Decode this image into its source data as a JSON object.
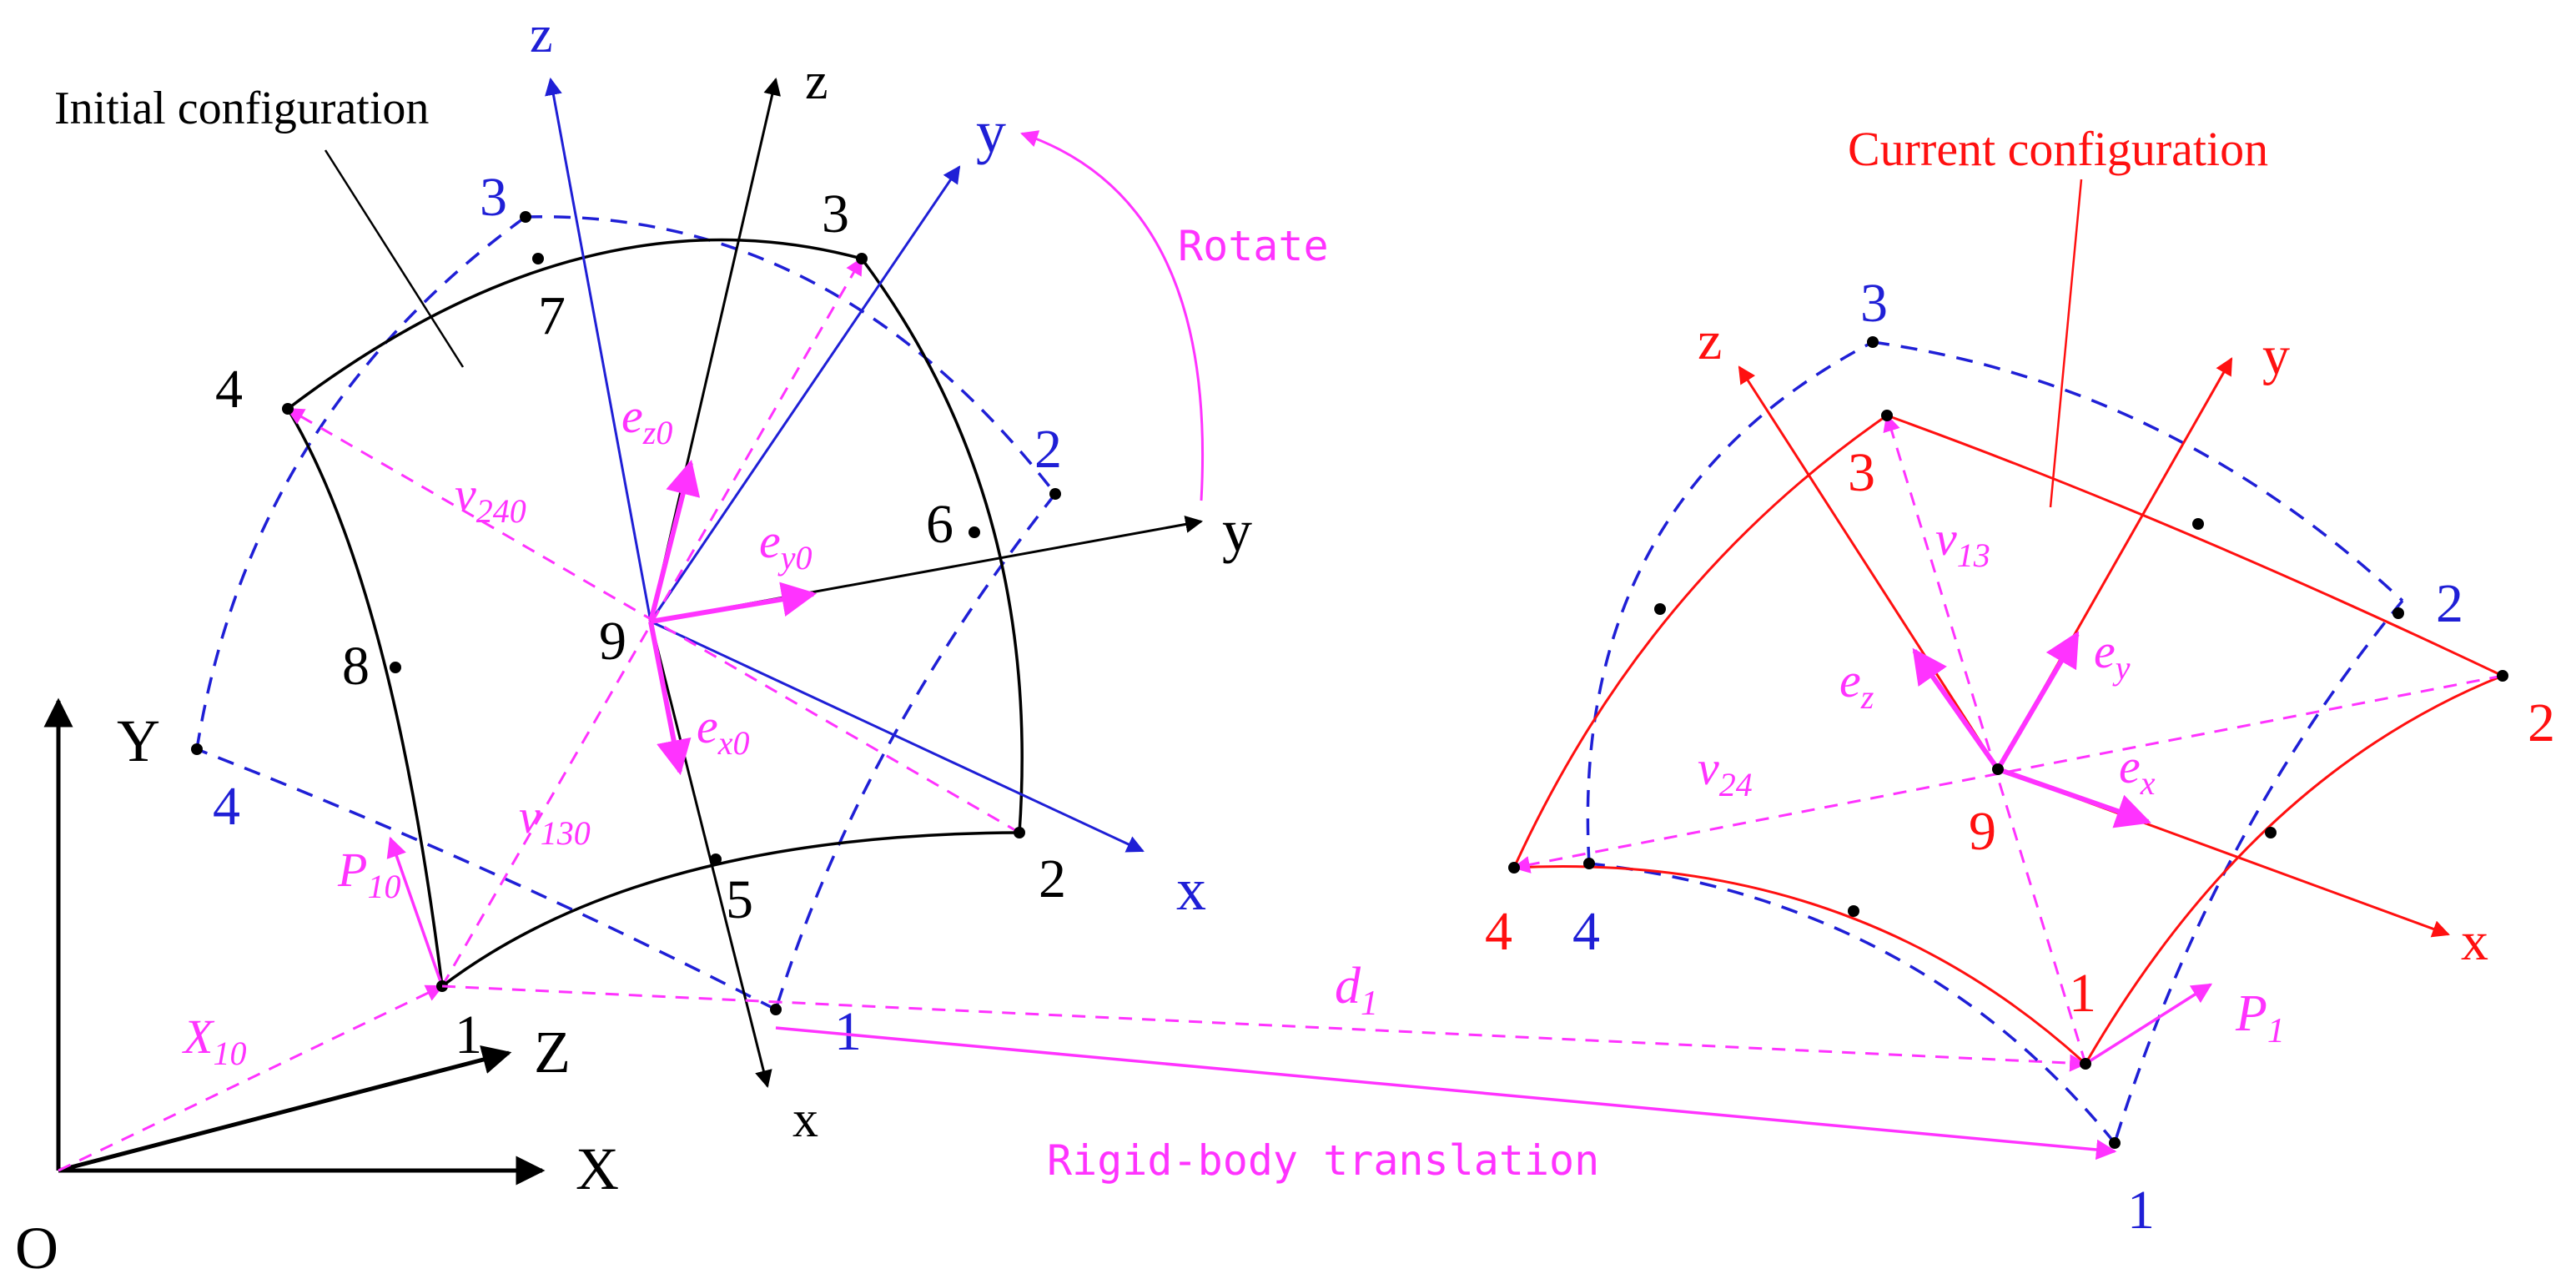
{
  "labels": {
    "initial_config": "Initial configuration",
    "current_config": "Current configuration",
    "rotate": "Rotate",
    "rigid_translation": "Rigid-body translation"
  },
  "global_axes": {
    "x": "X",
    "y": "Y",
    "z": "Z",
    "origin": "O"
  },
  "local_axes": {
    "x": "x",
    "y": "y",
    "z": "z"
  },
  "node_numbers": {
    "n1": "1",
    "n2": "2",
    "n3": "3",
    "n4": "4",
    "n5": "5",
    "n6": "6",
    "n7": "7",
    "n8": "8",
    "n9": "9"
  },
  "vectors": {
    "ez0": {
      "base": "e",
      "sub": "z0"
    },
    "ey0": {
      "base": "e",
      "sub": "y0"
    },
    "ex0": {
      "base": "e",
      "sub": "x0"
    },
    "v240": {
      "base": "v",
      "sub": "240"
    },
    "v130": {
      "base": "v",
      "sub": "130"
    },
    "P10": {
      "base": "P",
      "sub": "10"
    },
    "X10": {
      "base": "X",
      "sub": "10"
    },
    "d1": {
      "base": "d",
      "sub": "1"
    },
    "v13": {
      "base": "v",
      "sub": "13"
    },
    "v24": {
      "base": "v",
      "sub": "24"
    },
    "ez": {
      "base": "e",
      "sub": "z"
    },
    "ey": {
      "base": "e",
      "sub": "y"
    },
    "ex": {
      "base": "e",
      "sub": "x"
    },
    "P1": {
      "base": "P",
      "sub": "1"
    }
  },
  "colors": {
    "black": "#000000",
    "blue": "#1f1fd6",
    "magenta": "#ff33ff",
    "red": "#ff1010"
  }
}
